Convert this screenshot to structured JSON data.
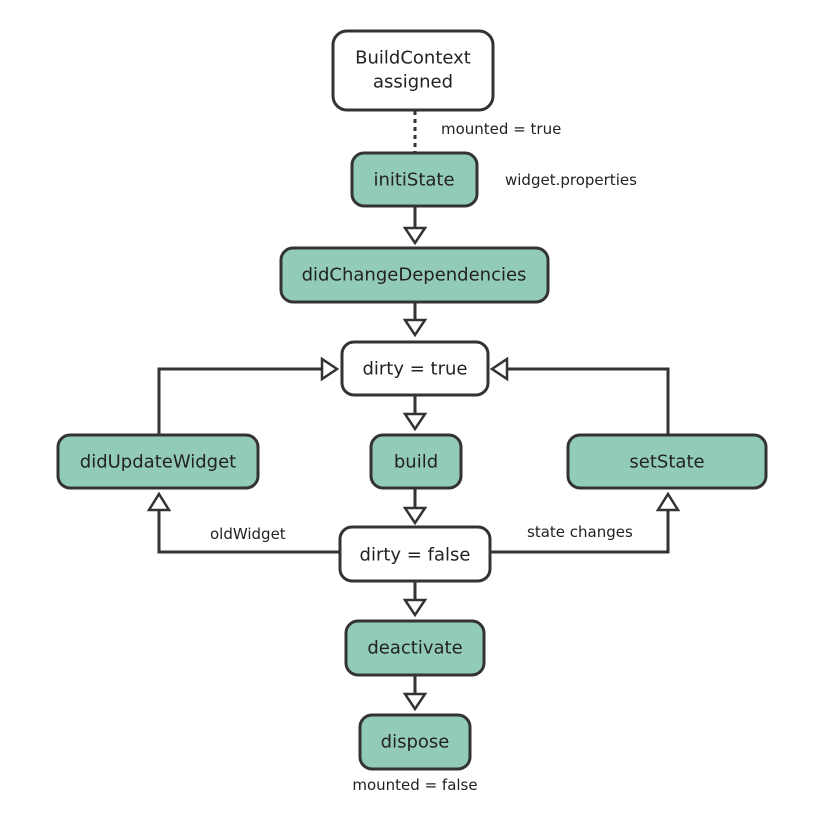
{
  "colors": {
    "node_fill_highlight": "#93cbb9",
    "node_fill_plain": "#ffffff",
    "stroke": "#333333",
    "text": "#222222"
  },
  "nodes": {
    "build_context": {
      "line1": "BuildContext",
      "line2": "assigned"
    },
    "init_state": {
      "label": "initiState"
    },
    "did_change_dependencies": {
      "label": "didChangeDependencies"
    },
    "dirty_true": {
      "label": "dirty = true"
    },
    "did_update_widget": {
      "label": "didUpdateWidget"
    },
    "build": {
      "label": "build"
    },
    "set_state": {
      "label": "setState"
    },
    "dirty_false": {
      "label": "dirty = false"
    },
    "deactivate": {
      "label": "deactivate"
    },
    "dispose": {
      "label": "dispose"
    }
  },
  "labels": {
    "mounted_true": "mounted = true",
    "widget_properties": "widget.properties",
    "old_widget": "oldWidget",
    "state_changes": "state changes",
    "mounted_false": "mounted = false"
  }
}
